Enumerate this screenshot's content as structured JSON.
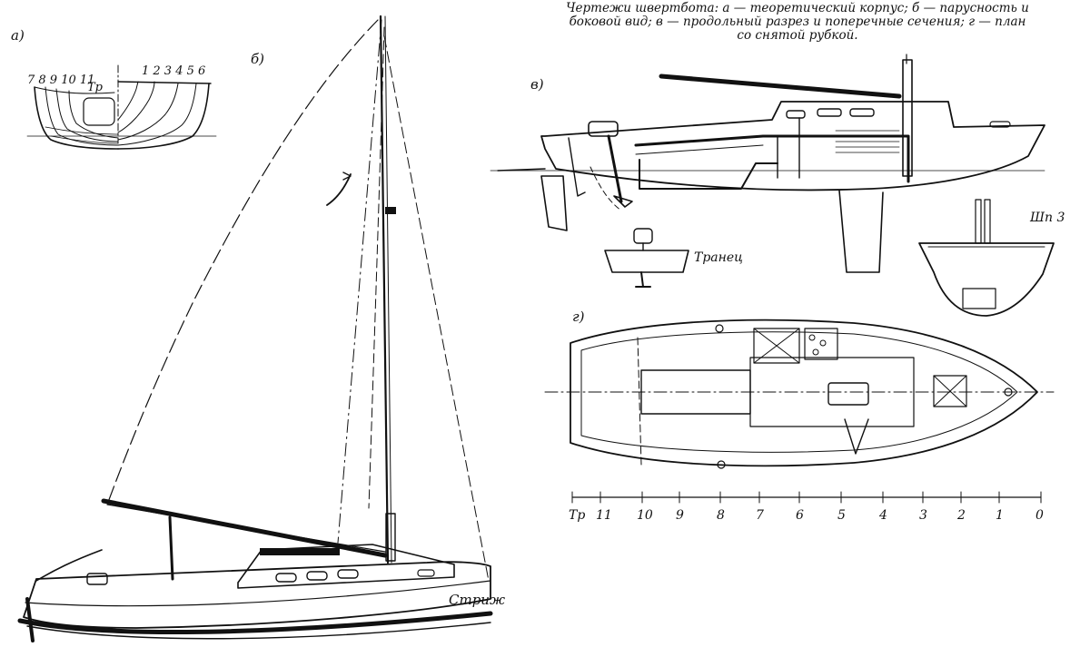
{
  "caption": {
    "line1": "Чертежи швертбота: а — теоретический корпус; б — парусность и",
    "line2": "боковой вид; в — продольный разрез и поперечные сечения; г — план",
    "line3": "со снятой рубкой."
  },
  "panels": {
    "a": "а)",
    "b": "б)",
    "v": "в)",
    "g": "г)"
  },
  "body_plan": {
    "left_numbers": "7 8 9 10 11",
    "transom_label": "Тр",
    "right_numbers": "1 2 3 4 5 6"
  },
  "boat_name": "Стриж",
  "transom_view_label": "Транец",
  "section_label": "Шп 3",
  "scale_ticks": [
    "Тр",
    "11",
    "10",
    "9",
    "8",
    "7",
    "6",
    "5",
    "4",
    "3",
    "2",
    "1",
    "0"
  ]
}
